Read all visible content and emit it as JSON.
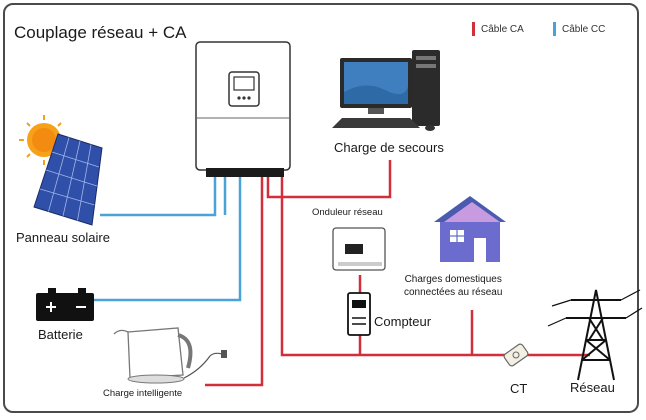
{
  "title": "Couplage réseau + CA",
  "legend": {
    "ac": {
      "label": "Câble CA",
      "color": "#d32f3a"
    },
    "dc": {
      "label": "Câble CC",
      "color": "#4aa3d8"
    }
  },
  "labels": {
    "solar": "Panneau solaire",
    "backup": "Charge de secours",
    "inverter2": "Onduleur réseau",
    "home_line1": "Charges domestiques",
    "home_line2": "connectées au réseau",
    "battery": "Batterie",
    "meter": "Compteur",
    "kettle": "Charge intelligente",
    "ct": "CT",
    "grid": "Réseau"
  },
  "icons": [
    "hybrid-inverter-icon",
    "solar-panel-icon",
    "battery-icon",
    "desktop-computer-icon",
    "grid-inverter-icon",
    "house-icon",
    "meter-icon",
    "kettle-icon",
    "ct-clamp-icon",
    "power-tower-icon"
  ]
}
